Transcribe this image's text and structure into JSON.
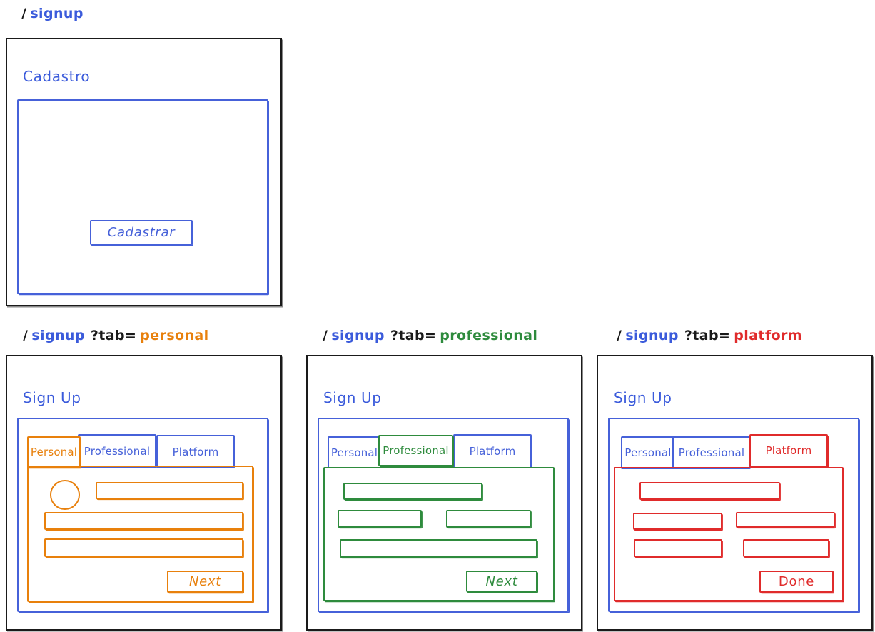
{
  "page": {
    "title": "Signup Wireframe",
    "colors": {
      "frame": "#1a1a1a",
      "blue": "#4661d9",
      "blue_text": "#3b5bdb",
      "orange": "#e8800c",
      "green": "#2e8b3d",
      "red": "#e02b2b",
      "background": "#ffffff"
    }
  },
  "routes": {
    "base": {
      "slash": "/",
      "path": "signup",
      "query": "",
      "value": ""
    },
    "personal": {
      "slash": "/",
      "path": "signup",
      "query": "?tab=",
      "value": "personal"
    },
    "professional": {
      "slash": "/",
      "path": "signup",
      "query": "?tab=",
      "value": "professional"
    },
    "platform": {
      "slash": "/",
      "path": "signup",
      "query": "?tab=",
      "value": "platform"
    }
  },
  "cards": {
    "base": {
      "title": "Cadastro",
      "submit_label": "Cadastrar"
    },
    "personal": {
      "title": "Sign Up",
      "active_tab": "Personal",
      "tabs": [
        {
          "label": "Personal",
          "state": "active"
        },
        {
          "label": "Professional",
          "state": "inactive"
        },
        {
          "label": "Platform",
          "state": "inactive"
        }
      ],
      "fields": [
        {
          "name": "avatar-picker",
          "shape": "circle"
        },
        {
          "name": "full-name-input",
          "shape": "input"
        },
        {
          "name": "email-input",
          "shape": "input"
        },
        {
          "name": "password-input",
          "shape": "input"
        }
      ],
      "submit_label": "Next"
    },
    "professional": {
      "title": "Sign Up",
      "active_tab": "Professional",
      "tabs": [
        {
          "label": "Personal",
          "state": "inactive"
        },
        {
          "label": "Professional",
          "state": "active"
        },
        {
          "label": "Platform",
          "state": "inactive"
        }
      ],
      "fields": [
        {
          "name": "company-input",
          "shape": "input"
        },
        {
          "name": "role-input",
          "shape": "input"
        },
        {
          "name": "industry-input",
          "shape": "input"
        },
        {
          "name": "website-input",
          "shape": "input"
        }
      ],
      "submit_label": "Next"
    },
    "platform": {
      "title": "Sign Up",
      "active_tab": "Platform",
      "tabs": [
        {
          "label": "Personal",
          "state": "inactive"
        },
        {
          "label": "Professional",
          "state": "inactive"
        },
        {
          "label": "Platform",
          "state": "active"
        }
      ],
      "fields": [
        {
          "name": "plan-input",
          "shape": "input"
        },
        {
          "name": "region-input",
          "shape": "input"
        },
        {
          "name": "environment-input",
          "shape": "input"
        },
        {
          "name": "seats-input",
          "shape": "input"
        },
        {
          "name": "billing-input",
          "shape": "input"
        }
      ],
      "submit_label": "Done"
    }
  }
}
